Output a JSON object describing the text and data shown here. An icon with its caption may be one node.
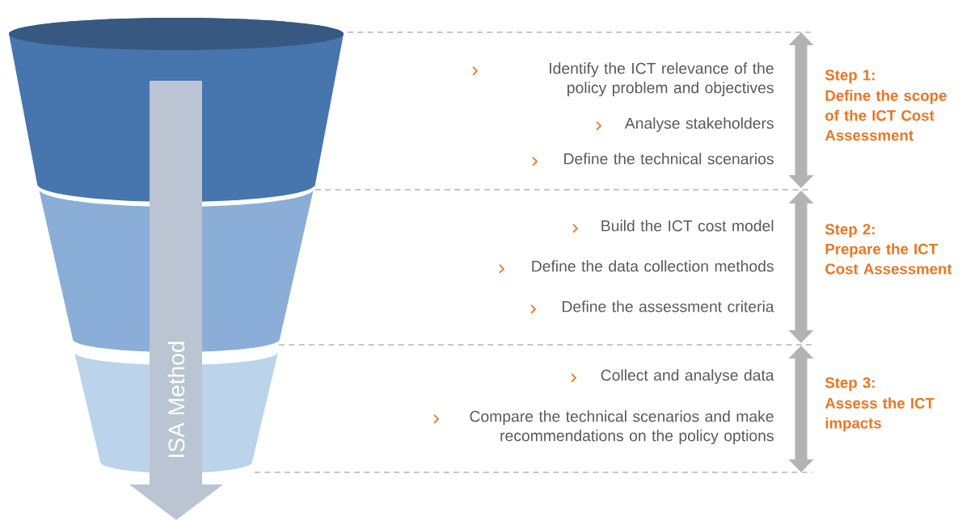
{
  "diagram": {
    "nodes": [
      {
        "text": [],
        "shape": "band"
      },
      {
        "text": [],
        "shape": "band"
      },
      {
        "text": [],
        "shape": "band"
      }
    ],
    "labels": [
      "Identify the ICT relevance of the policy problem and objectives",
      "Analyse stakeholders",
      "Define the technical scenarios",
      "Step 1:",
      "Define the scope of the ICT Cost Assessment",
      "Build the ICT cost model",
      "Define the data collection methods",
      "Define the assessment criteria",
      "Step 2:",
      "Prepare the ICT Cost Assessment",
      "Collect and analyse data",
      "Compare the technical scenarios and make recommendations on the policy options",
      "Step 3:",
      "Assess the ICT impacts",
      "ISA Method"
    ]
  }
}
